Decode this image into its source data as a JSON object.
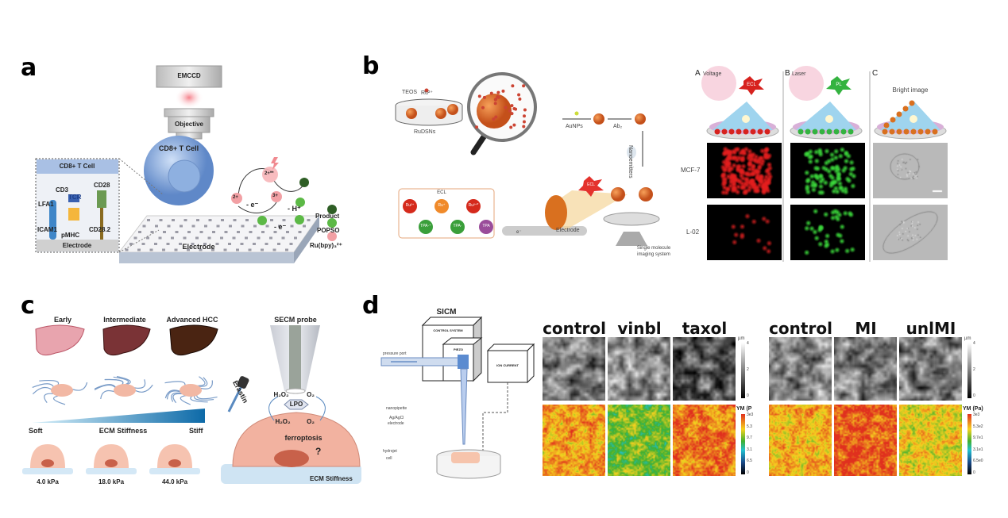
{
  "panels": {
    "a": {
      "label": "a",
      "emccd": "EMCCD",
      "objective": "Objective",
      "cell": "CD8+ T Cell",
      "inset": {
        "cell": "CD8+ T Cell",
        "cd3": "CD3",
        "tcr": "TCR",
        "cd28": "CD28",
        "lfa1": "LFA1",
        "icam1": "ICAM1",
        "pmhc": "pMHC",
        "cd28_2": "CD28.2",
        "electrode": "Electrode"
      },
      "electrode": "Electrode",
      "species": {
        "ru2": "2+",
        "ru3": "3+",
        "ru_excited": "2+**",
        "h": "- H⁺",
        "e1": "- e⁻",
        "e2": "- e⁻"
      },
      "legend": {
        "product": "Product",
        "popso": "POPSO",
        "ru": "Ru(bpy)₃²⁺"
      },
      "colors": {
        "cell": "#7fa6dc",
        "popso": "#5cb946",
        "product": "#2e5e25",
        "ru": "#f2a0a4"
      }
    },
    "b": {
      "label": "b",
      "left": {
        "teos": "TEOS",
        "ru": "Ru²⁺",
        "rudsns": "RuDSNs",
        "aunps": "AuNPs",
        "ab2": "Ab₂",
        "nanoemitters": "Nanoemitters",
        "ecl_box_title": "ECL",
        "cycle": [
          "Ru²⁺",
          "Ru⁺",
          "Ru²⁺*",
          "TPA·⁺",
          "TPA·",
          "TPA"
        ],
        "electrode": "Electrode",
        "e": "e⁻",
        "ecl_star": "ECL",
        "imaging": [
          "Single molecule",
          "imaging system"
        ]
      },
      "right": {
        "columns": [
          {
            "letter": "A",
            "mode": "Voltage",
            "signal": "ECL"
          },
          {
            "letter": "B",
            "mode": "Laser",
            "signal": "PL"
          },
          {
            "letter": "C",
            "title": "Bright image"
          }
        ],
        "rows": [
          "MCF-7",
          "L-02"
        ]
      }
    },
    "c": {
      "label": "c",
      "stages": [
        "Early",
        "Intermediate",
        "Advanced HCC"
      ],
      "scale": {
        "soft": "Soft",
        "title": "ECM Stiffness",
        "stiff": "Stiff"
      },
      "stiffness_values": [
        "4.0 kPa",
        "18.0 kPa",
        "44.0 kPa"
      ],
      "probe": "SECM probe",
      "drug": "Erastin",
      "h2o2_out": "H₂O₂",
      "o2_out": "O₂",
      "lpo": "LPO",
      "h2o2_in": "H₂O₂",
      "o2_in": "O₂",
      "ferroptosis": "ferroptosis",
      "question": "?",
      "ecm": "ECM Stiffness"
    },
    "d": {
      "label": "d",
      "sicm": {
        "title": "SICM",
        "control_system": "CONTROL SYSTEM",
        "piezo": "PIEZO",
        "ion_current": "ION CURRENT",
        "pressure_port": "pressure port",
        "nanopipette": "nanopipette",
        "electrode": [
          "Ag/AgCl",
          "electrode"
        ],
        "hydrojet": "hydrojet",
        "cell": "cell"
      },
      "groups": [
        {
          "conditions": [
            "control",
            "vinbl",
            "taxol"
          ],
          "height_bar": {
            "unit": "µm",
            "ticks": [
              "4",
              "2",
              "0"
            ]
          },
          "ym_bar": {
            "unit": "YM (P",
            "ticks": [
              "3e3",
              "5.3",
              "9.7",
              "3.1",
              "6.5",
              "0"
            ]
          }
        },
        {
          "conditions": [
            "control",
            "MI",
            "unlMI"
          ],
          "height_bar": {
            "unit": "µm",
            "ticks": [
              "4",
              "2",
              "0"
            ]
          },
          "ym_bar": {
            "unit": "YM (Pa)",
            "ticks": [
              "3e3",
              "5.3e2",
              "9.7e1",
              "3.1e1",
              "6.5e0",
              "0"
            ]
          }
        }
      ]
    }
  }
}
